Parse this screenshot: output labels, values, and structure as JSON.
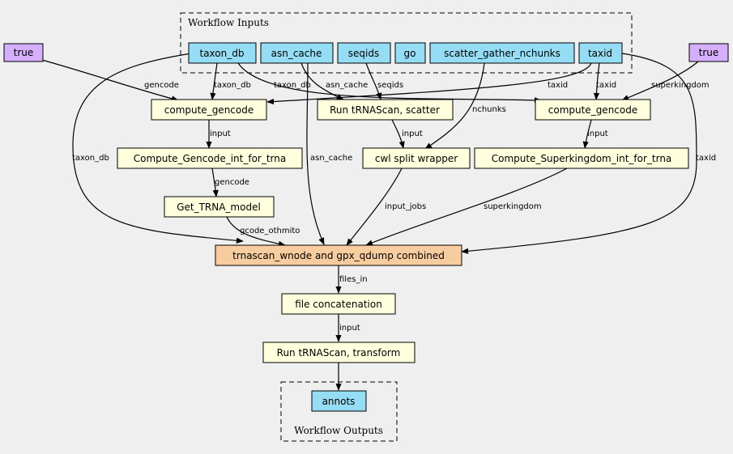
{
  "clusters": {
    "inputs_title": "Workflow Inputs",
    "outputs_title": "Workflow Outputs"
  },
  "nodes": {
    "default_true_left": "true",
    "default_true_right": "true",
    "taxon_db": "taxon_db",
    "asn_cache": "asn_cache",
    "seqids": "seqids",
    "go": "go",
    "scatter_gather_nchunks": "scatter_gather_nchunks",
    "taxid": "taxid",
    "compute_gencode_left": "compute_gencode",
    "run_trnascan_scatter": "Run tRNAScan, scatter",
    "compute_gencode_right": "compute_gencode",
    "compute_gencode_int": "Compute_Gencode_int_for_trna",
    "cwl_split_wrapper": "cwl split wrapper",
    "compute_superkingdom_int": "Compute_Superkingdom_int_for_trna",
    "get_trna_model": "Get_TRNA_model",
    "trnascan_combined": "trnascan_wnode and gpx_qdump combined",
    "file_concatenation": "file concatenation",
    "run_trnascan_transform": "Run tRNAScan, transform",
    "annots": "annots"
  },
  "edge_labels": {
    "true_to_gencode": "gencode",
    "taxon_db_to_left": "taxon_db",
    "taxon_db_to_right": "taxon_db",
    "asn_cache_to_scatter": "asn_cache",
    "seqids_to_scatter": "seqids",
    "taxid_to_left": "taxid",
    "taxid_to_right": "taxid",
    "true_to_superkingdom": "superkingdom",
    "nchunks": "nchunks",
    "gencode_left_input": "input",
    "scatter_input": "input",
    "gencode_right_input": "input",
    "taxon_db_long": "taxon_db",
    "asn_cache_long": "asn_cache",
    "taxid_long": "taxid",
    "gencode_int_to_model": "gencode",
    "input_jobs": "input_jobs",
    "superkingdom_long": "superkingdom",
    "gcode_othmito": "gcode_othmito",
    "files_in": "files_in",
    "concat_input": "input"
  }
}
